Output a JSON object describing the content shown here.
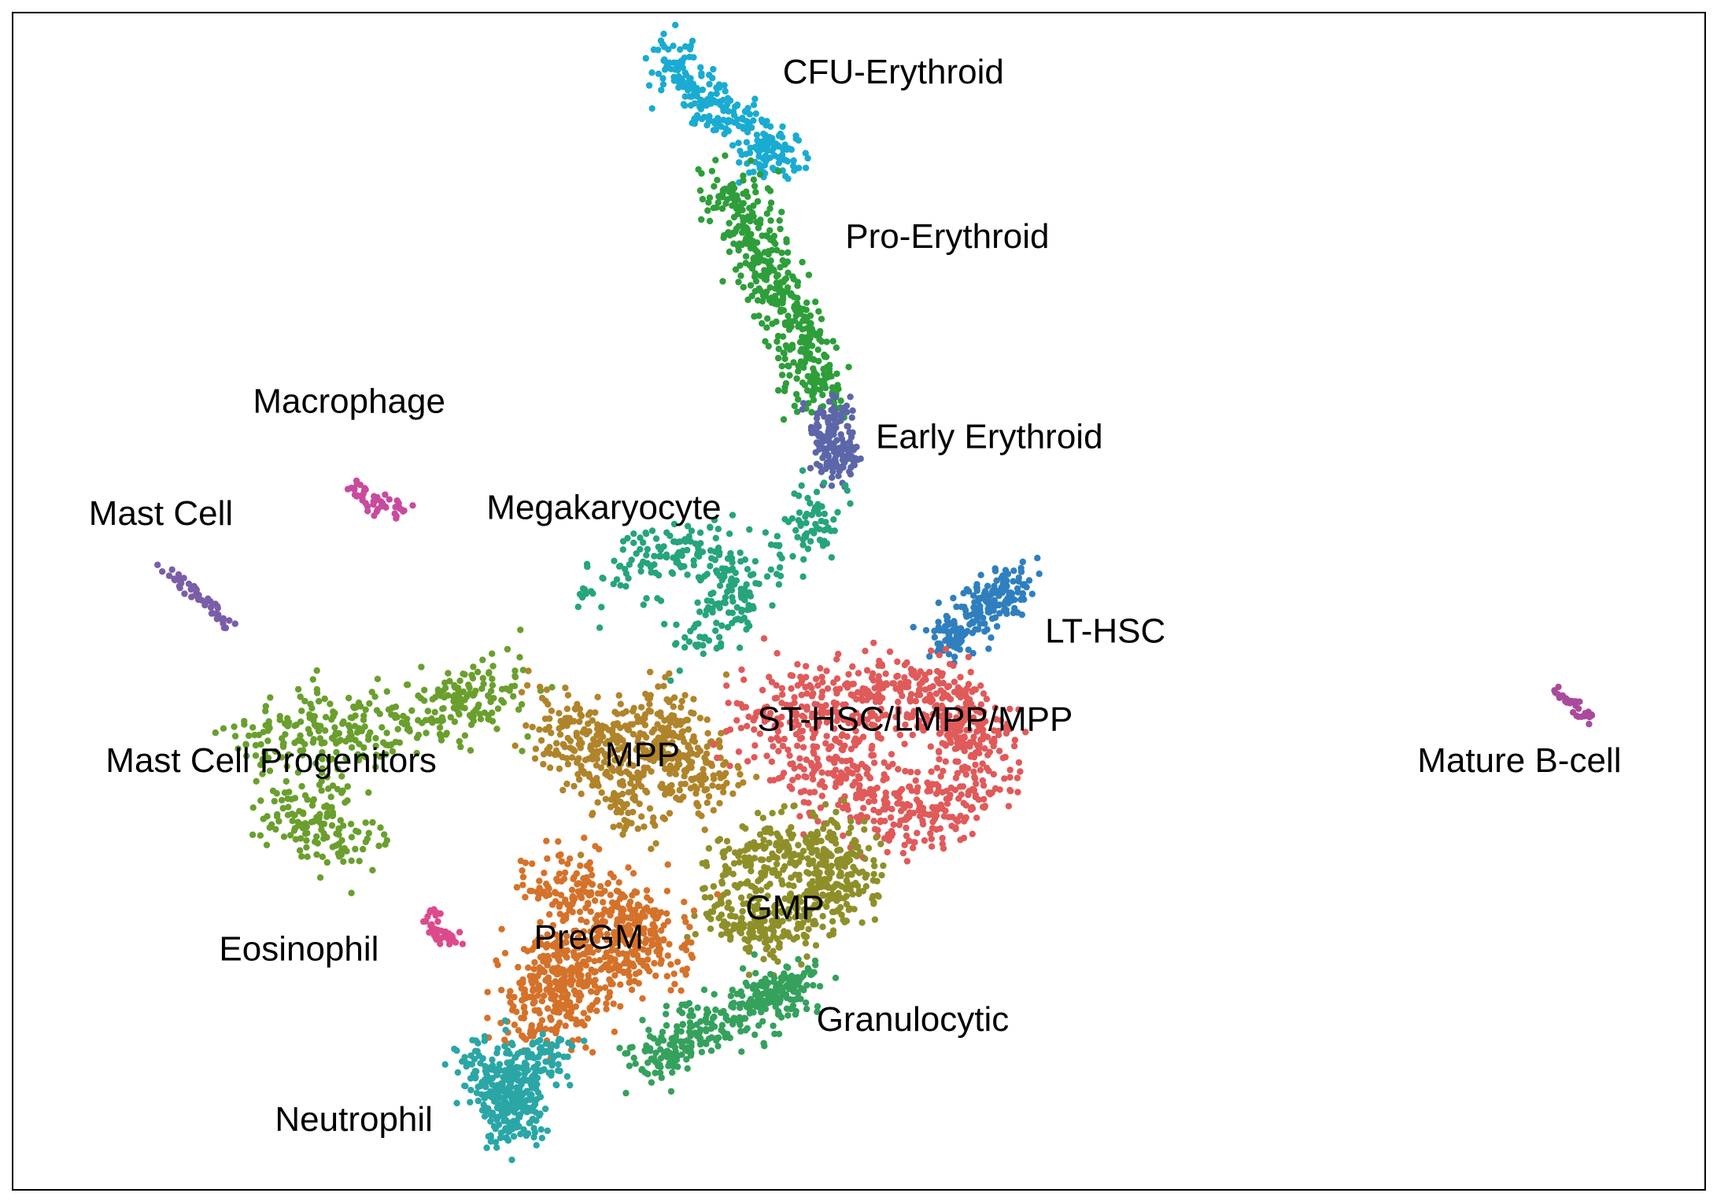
{
  "chart_data": {
    "type": "scatter",
    "title": "",
    "xlabel": "",
    "ylabel": "",
    "xlim": [
      0,
      100
    ],
    "ylim": [
      0,
      100
    ],
    "grid": false,
    "legend": "none",
    "series": [
      {
        "label": "CFU-Erythroid",
        "color": "#1AABD2",
        "label_pos": [
          45.5,
          94.0
        ],
        "path": [
          [
            38.5,
            96.5
          ],
          [
            40.0,
            93.5
          ],
          [
            42.5,
            91.0
          ],
          [
            44.5,
            89.0
          ],
          [
            45.5,
            87.0
          ]
        ],
        "spread": 1.2,
        "count": 260,
        "seed": 11
      },
      {
        "label": "Pro-Erythroid",
        "color": "#2E9E3A",
        "label_pos": [
          49.2,
          80.0
        ],
        "path": [
          [
            42.2,
            86.0
          ],
          [
            43.3,
            82.0
          ],
          [
            44.5,
            78.0
          ],
          [
            46.0,
            74.0
          ],
          [
            47.3,
            70.0
          ],
          [
            47.6,
            67.5
          ]
        ],
        "spread": 1.3,
        "count": 420,
        "seed": 22
      },
      {
        "label": "Early Erythroid",
        "color": "#5C66A8",
        "label_pos": [
          51.0,
          63.0
        ],
        "path": [
          [
            48.2,
            66.5
          ],
          [
            48.5,
            63.5
          ],
          [
            48.8,
            61.0
          ]
        ],
        "spread": 0.9,
        "count": 160,
        "seed": 33
      },
      {
        "label": "Macrophage",
        "color": "#C84B9E",
        "label_pos": [
          14.2,
          66.0
        ],
        "path": [
          [
            19.8,
            59.8
          ],
          [
            21.5,
            58.5
          ],
          [
            23.2,
            57.2
          ]
        ],
        "spread": 0.5,
        "count": 50,
        "seed": 44
      },
      {
        "label": "Mast Cell",
        "color": "#7A5EA8",
        "label_pos": [
          4.5,
          56.5
        ],
        "path": [
          [
            8.8,
            52.8
          ],
          [
            10.8,
            50.5
          ],
          [
            12.8,
            48.0
          ]
        ],
        "spread": 0.35,
        "count": 50,
        "seed": 55
      },
      {
        "label": "Megakaryocyte",
        "color": "#26A47D",
        "label_pos": [
          28.0,
          57.0
        ],
        "path": [
          [
            34.0,
            51.0
          ],
          [
            38.0,
            54.5
          ],
          [
            41.5,
            54.0
          ],
          [
            43.0,
            50.0
          ],
          [
            40.0,
            46.0
          ],
          [
            47.0,
            55.5
          ],
          [
            47.5,
            58.0
          ]
        ],
        "spread": 1.4,
        "count": 320,
        "seed": 66
      },
      {
        "label": "LT-HSC",
        "color": "#2F7FBF",
        "label_pos": [
          61.0,
          46.5
        ],
        "path": [
          [
            54.8,
            46.0
          ],
          [
            56.5,
            48.5
          ],
          [
            58.2,
            50.5
          ],
          [
            59.5,
            51.5
          ]
        ],
        "spread": 1.0,
        "count": 220,
        "seed": 77
      },
      {
        "label": "Mature B-cell",
        "color": "#A94B9C",
        "label_pos": [
          83.0,
          35.5
        ],
        "path": [
          [
            91.0,
            42.5
          ],
          [
            92.2,
            41.3
          ],
          [
            93.2,
            40.2
          ]
        ],
        "spread": 0.3,
        "count": 30,
        "seed": 88
      },
      {
        "label": "Mast Cell Progenitors",
        "color": "#6A9F2E",
        "label_pos": [
          5.5,
          35.5
        ],
        "path": [
          [
            14.0,
            37.0
          ],
          [
            16.5,
            39.5
          ],
          [
            20.0,
            39.0
          ],
          [
            24.0,
            40.0
          ],
          [
            27.0,
            41.5
          ],
          [
            29.5,
            43.0
          ],
          [
            15.5,
            33.0
          ],
          [
            18.0,
            30.5
          ],
          [
            21.0,
            29.5
          ]
        ],
        "spread": 1.6,
        "count": 480,
        "seed": 99
      },
      {
        "label": "MPP",
        "color": "#B0842A",
        "label_pos": [
          35.0,
          36.0
        ],
        "path": [
          [
            32.0,
            40.0
          ],
          [
            33.5,
            37.5
          ],
          [
            36.0,
            38.5
          ],
          [
            38.5,
            40.0
          ],
          [
            40.0,
            37.0
          ],
          [
            41.0,
            34.0
          ],
          [
            35.0,
            34.5
          ],
          [
            37.5,
            32.0
          ]
        ],
        "spread": 1.7,
        "count": 520,
        "seed": 111
      },
      {
        "label": "ST-HSC/LMPP/MPP",
        "color": "#E05A5A",
        "label_pos": [
          44.0,
          39.0
        ],
        "path": [
          [
            44.0,
            40.5
          ],
          [
            47.5,
            41.5
          ],
          [
            51.0,
            42.0
          ],
          [
            54.0,
            41.5
          ],
          [
            56.5,
            40.0
          ],
          [
            57.0,
            36.5
          ],
          [
            55.5,
            33.0
          ],
          [
            52.5,
            31.0
          ],
          [
            49.0,
            35.5
          ],
          [
            46.5,
            36.5
          ]
        ],
        "spread": 1.9,
        "count": 880,
        "seed": 122
      },
      {
        "label": "GMP",
        "color": "#8F8F2A",
        "label_pos": [
          43.3,
          23.0
        ],
        "path": [
          [
            42.0,
            28.0
          ],
          [
            45.0,
            28.5
          ],
          [
            48.0,
            29.5
          ],
          [
            49.5,
            26.5
          ],
          [
            47.5,
            23.5
          ],
          [
            44.5,
            22.0
          ],
          [
            42.0,
            24.5
          ]
        ],
        "spread": 1.5,
        "count": 560,
        "seed": 133
      },
      {
        "label": "Eosinophil",
        "color": "#DD4A8C",
        "label_pos": [
          12.2,
          19.5
        ],
        "path": [
          [
            24.7,
            23.5
          ],
          [
            25.0,
            21.8
          ],
          [
            26.2,
            21.0
          ]
        ],
        "spread": 0.35,
        "count": 45,
        "seed": 144
      },
      {
        "label": "PreGM",
        "color": "#D5722A",
        "label_pos": [
          30.8,
          20.5
        ],
        "path": [
          [
            31.5,
            26.0
          ],
          [
            34.0,
            25.0
          ],
          [
            36.5,
            23.0
          ],
          [
            38.5,
            20.0
          ],
          [
            34.0,
            21.0
          ],
          [
            31.5,
            19.0
          ],
          [
            33.0,
            16.5
          ],
          [
            30.0,
            14.5
          ],
          [
            36.0,
            18.5
          ]
        ],
        "spread": 1.8,
        "count": 700,
        "seed": 155
      },
      {
        "label": "Granulocytic",
        "color": "#35A15D",
        "label_pos": [
          47.5,
          13.5
        ],
        "path": [
          [
            47.0,
            18.5
          ],
          [
            45.5,
            16.5
          ],
          [
            43.5,
            15.5
          ],
          [
            41.0,
            14.0
          ],
          [
            39.0,
            12.0
          ],
          [
            37.0,
            11.0
          ]
        ],
        "spread": 1.2,
        "count": 330,
        "seed": 166
      },
      {
        "label": "Neutrophil",
        "color": "#2BA6A6",
        "label_pos": [
          15.5,
          5.0
        ],
        "path": [
          [
            27.5,
            11.5
          ],
          [
            28.5,
            9.0
          ],
          [
            30.0,
            7.5
          ],
          [
            29.0,
            5.5
          ],
          [
            30.5,
            10.0
          ],
          [
            32.0,
            11.5
          ]
        ],
        "spread": 1.3,
        "count": 380,
        "seed": 177
      }
    ]
  }
}
